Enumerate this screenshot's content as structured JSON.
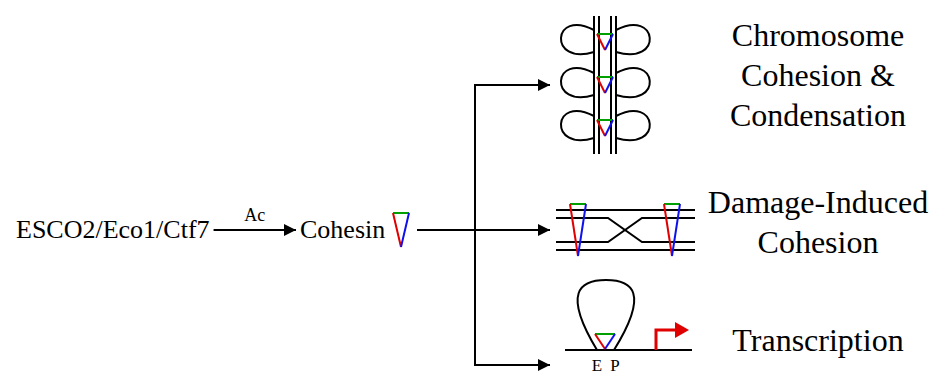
{
  "diagram": {
    "nodes": [
      {
        "text": [
          "ESCO2/Eco1/Ctf7"
        ]
      },
      {
        "text": [
          "Cohesin"
        ]
      },
      {
        "text": [
          "Chromosome Cohesion & Condensation"
        ]
      },
      {
        "text": [
          "Damage-Induced Cohesion"
        ]
      },
      {
        "text": [
          "Transcription"
        ]
      }
    ],
    "edges": [
      {
        "from": 0,
        "to": 1,
        "label": "Ac",
        "arrow": "to"
      },
      {
        "from": 1,
        "to": 2,
        "arrow": "to"
      },
      {
        "from": 1,
        "to": 3,
        "arrow": "to"
      },
      {
        "from": 1,
        "to": 4,
        "arrow": "to"
      }
    ],
    "labels": [
      "E",
      "P"
    ]
  }
}
